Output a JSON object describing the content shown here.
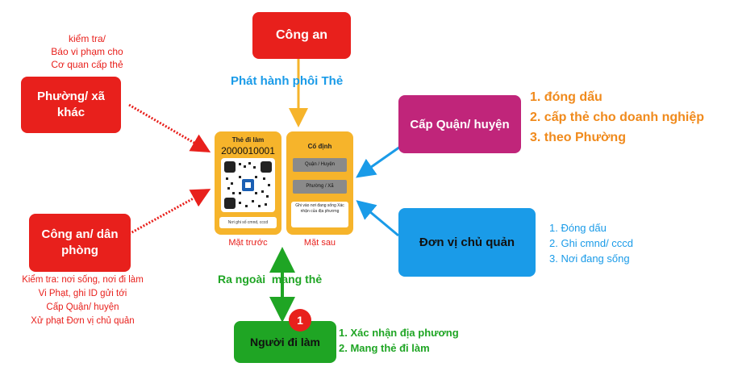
{
  "boxes": {
    "cong_an_top": "Công an",
    "phuong_xa": "Phường/ xã khác",
    "cap_quan": "Cấp Quận/ huyện",
    "cong_an_dan_phong": "Công an/ dân phòng",
    "don_vi": "Đơn vị chủ quản",
    "nguoi_di_lam": "Người đi làm"
  },
  "notes": {
    "phuong_xa_note": [
      "kiểm tra/",
      "Báo vi phạm cho",
      "Cơ quan cấp thẻ"
    ],
    "cong_an_note": [
      "Kiểm tra: nơi sống, nơi đi làm",
      "Vi Phạt, ghi ID gửi tới",
      "Cấp Quận/ huyện",
      "Xử phạt Đơn vị chủ quản"
    ]
  },
  "arrow_labels": {
    "phat_hanh": "Phát hành phôi Thẻ",
    "ra_ngoai": "Ra ngoài  mang thẻ"
  },
  "badge": "1",
  "lists": {
    "cap_quan": [
      "1.  đóng dấu",
      "2.  cấp thẻ cho doanh nghiệp",
      "3.  theo Phường"
    ],
    "don_vi": [
      "1.  Đóng dấu",
      "2.  Ghi cmnd/ cccd",
      "3.  Nơi đang sống"
    ],
    "nguoi_di_lam": [
      "1.  Xác nhận địa phương",
      "2.  Mang thẻ đi làm"
    ]
  },
  "card_front": {
    "title": "Thẻ đi làm",
    "number": "2000010001",
    "footer": "Nơi ghi số cmnd, cccd",
    "label": "Mặt trước"
  },
  "card_back": {
    "title": "Cố định",
    "field1": "Quận / Huyện",
    "field2": "Phường / Xã",
    "note": "Ghi vào nơi đang sống Xác nhận của địa phương",
    "label": "Mặt sau"
  },
  "colors": {
    "red": "#e8201c",
    "orange": "#f6b42b",
    "blue": "#1a9be8",
    "magenta": "#c0257a",
    "green": "#1fa524",
    "list_orange": "#f08a1c",
    "label_blue": "#1a9be8"
  }
}
